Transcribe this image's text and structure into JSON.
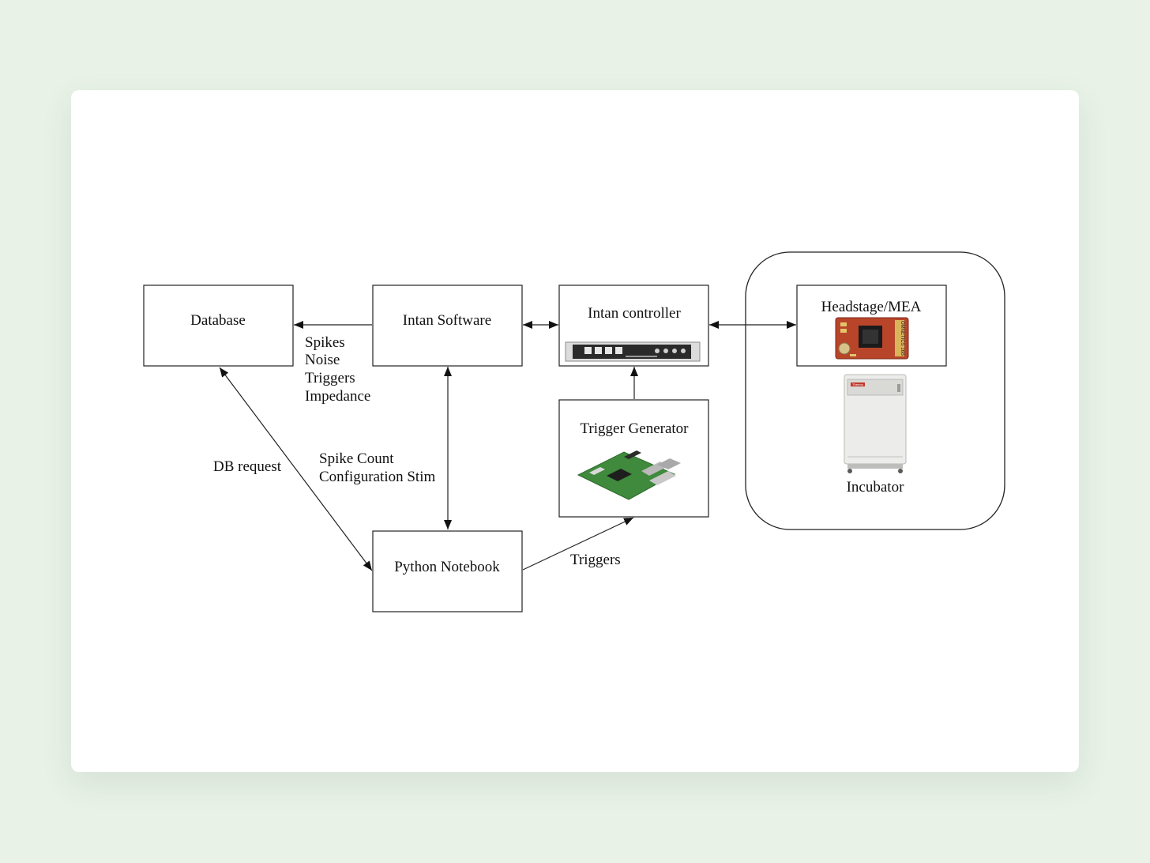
{
  "nodes": {
    "database": "Database",
    "intan_software": "Intan Software",
    "intan_controller": "Intan controller",
    "headstage": "Headstage/MEA",
    "trigger_generator": "Trigger Generator",
    "python_notebook": "Python Notebook",
    "incubator": "Incubator"
  },
  "edges": {
    "software_to_database": [
      "Spikes",
      "Noise",
      "Triggers",
      "Impedance"
    ],
    "db_request": "DB request",
    "software_python": [
      "Spike Count",
      "Configuration Stim"
    ],
    "python_to_trigger": "Triggers"
  },
  "device_text": {
    "headstage_board": "OMNETICS 16B",
    "incubator_brand": "Thermo"
  },
  "colors": {
    "background": "#e8f2e7",
    "card": "#ffffff",
    "stroke": "#222222",
    "board_red": "#b8452a",
    "pi_green": "#3f8a3c"
  },
  "icons": [
    "rack-controller-image",
    "headstage-board-image",
    "raspberry-pi-image",
    "incubator-image"
  ]
}
